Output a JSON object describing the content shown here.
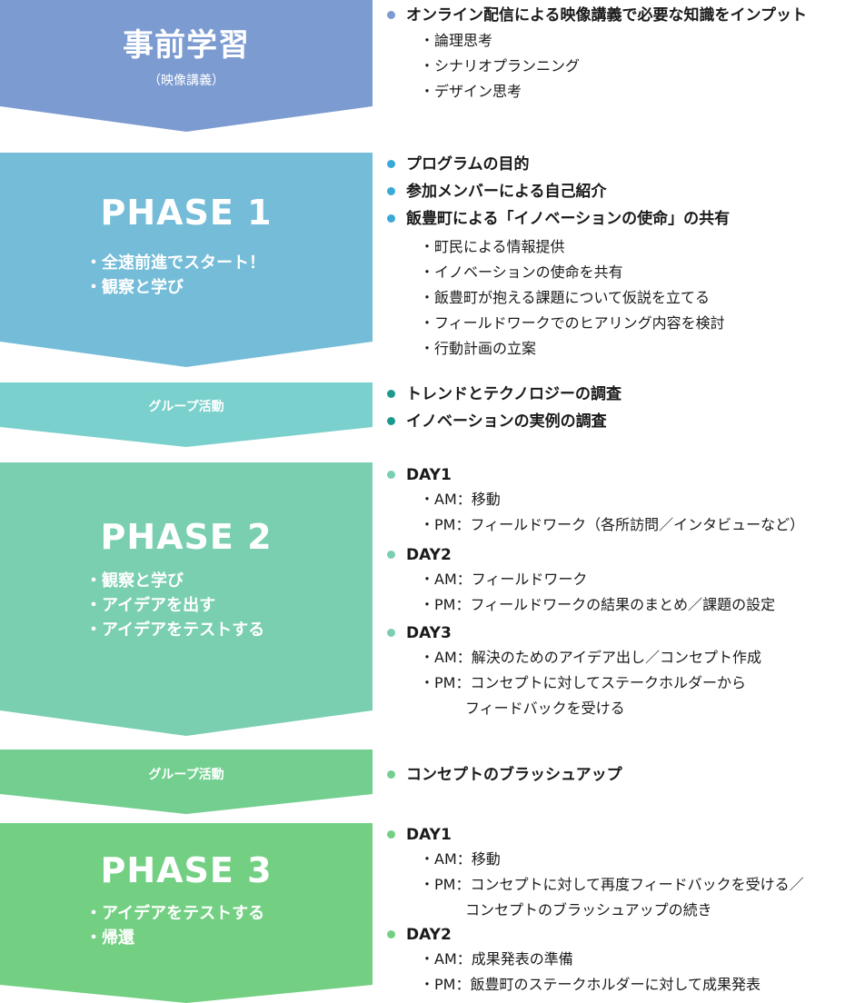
{
  "colors": {
    "pre": "#7c9bd1",
    "phase1": "#74bcd8",
    "group1": "#79d0cc",
    "phase2": "#7acfb1",
    "group2": "#73cf8f",
    "phase3": "#73d083"
  },
  "pre": {
    "title": "事前学習",
    "subtitle": "（映像講義）",
    "items": [
      {
        "label": "オンライン配信による映像講義で必要な知識をインプット",
        "subs": [
          "・論理思考",
          "・シナリオプランニング",
          "・デザイン思考"
        ]
      }
    ]
  },
  "phase1": {
    "title": "PHASE 1",
    "bullets": [
      "・全速前進でスタート！",
      "・観察と学び"
    ],
    "items": [
      {
        "label": "プログラムの目的"
      },
      {
        "label": "参加メンバーによる自己紹介"
      },
      {
        "label": "飯豊町による「イノベーションの使命」の共有",
        "subs": [
          "・町民による情報提供",
          "・イノベーションの使命を共有",
          "・飯豊町が抱える課題について仮説を立てる",
          "・フィールドワークでのヒアリング内容を検討",
          "・行動計画の立案"
        ]
      }
    ]
  },
  "group1": {
    "label": "グループ活動",
    "items": [
      {
        "label": "トレンドとテクノロジーの調査"
      },
      {
        "label": "イノベーションの実例の調査"
      }
    ]
  },
  "phase2": {
    "title": "PHASE 2",
    "bullets": [
      "・観察と学び",
      "・アイデアを出す",
      "・アイデアをテストする"
    ],
    "days": [
      {
        "label": "DAY1",
        "subs": [
          "・AM：移動",
          "・PM：フィールドワーク（各所訪問／インタビューなど）"
        ]
      },
      {
        "label": "DAY2",
        "subs": [
          "・AM：フィールドワーク",
          "・PM：フィールドワークの結果のまとめ／課題の設定"
        ]
      },
      {
        "label": "DAY3",
        "subs": [
          "・AM：解決のためのアイデア出し／コンセプト作成",
          "・PM：コンセプトに対してステークホルダーから"
        ],
        "cont": "フィードバックを受ける"
      }
    ]
  },
  "group2": {
    "label": "グループ活動",
    "items": [
      {
        "label": "コンセプトのブラッシュアップ"
      }
    ]
  },
  "phase3": {
    "title": "PHASE 3",
    "bullets": [
      "・アイデアをテストする",
      "・帰還"
    ],
    "days": [
      {
        "label": "DAY1",
        "subs": [
          "・AM：移動",
          "・PM：コンセプトに対して再度フィードバックを受ける／"
        ],
        "cont": "コンセプトのブラッシュアップの続き"
      },
      {
        "label": "DAY2",
        "subs": [
          "・AM：成果発表の準備",
          "・PM：飯豊町のステークホルダーに対して成果発表"
        ]
      }
    ]
  }
}
